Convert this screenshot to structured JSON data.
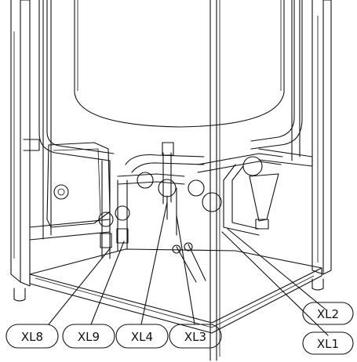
{
  "callouts": [
    {
      "id": "xl8",
      "label": "XL8"
    },
    {
      "id": "xl9",
      "label": "XL9"
    },
    {
      "id": "xl4",
      "label": "XL4"
    },
    {
      "id": "xl3",
      "label": "XL3"
    },
    {
      "id": "xl2",
      "label": "XL2"
    },
    {
      "id": "xl1",
      "label": "XL1"
    }
  ]
}
